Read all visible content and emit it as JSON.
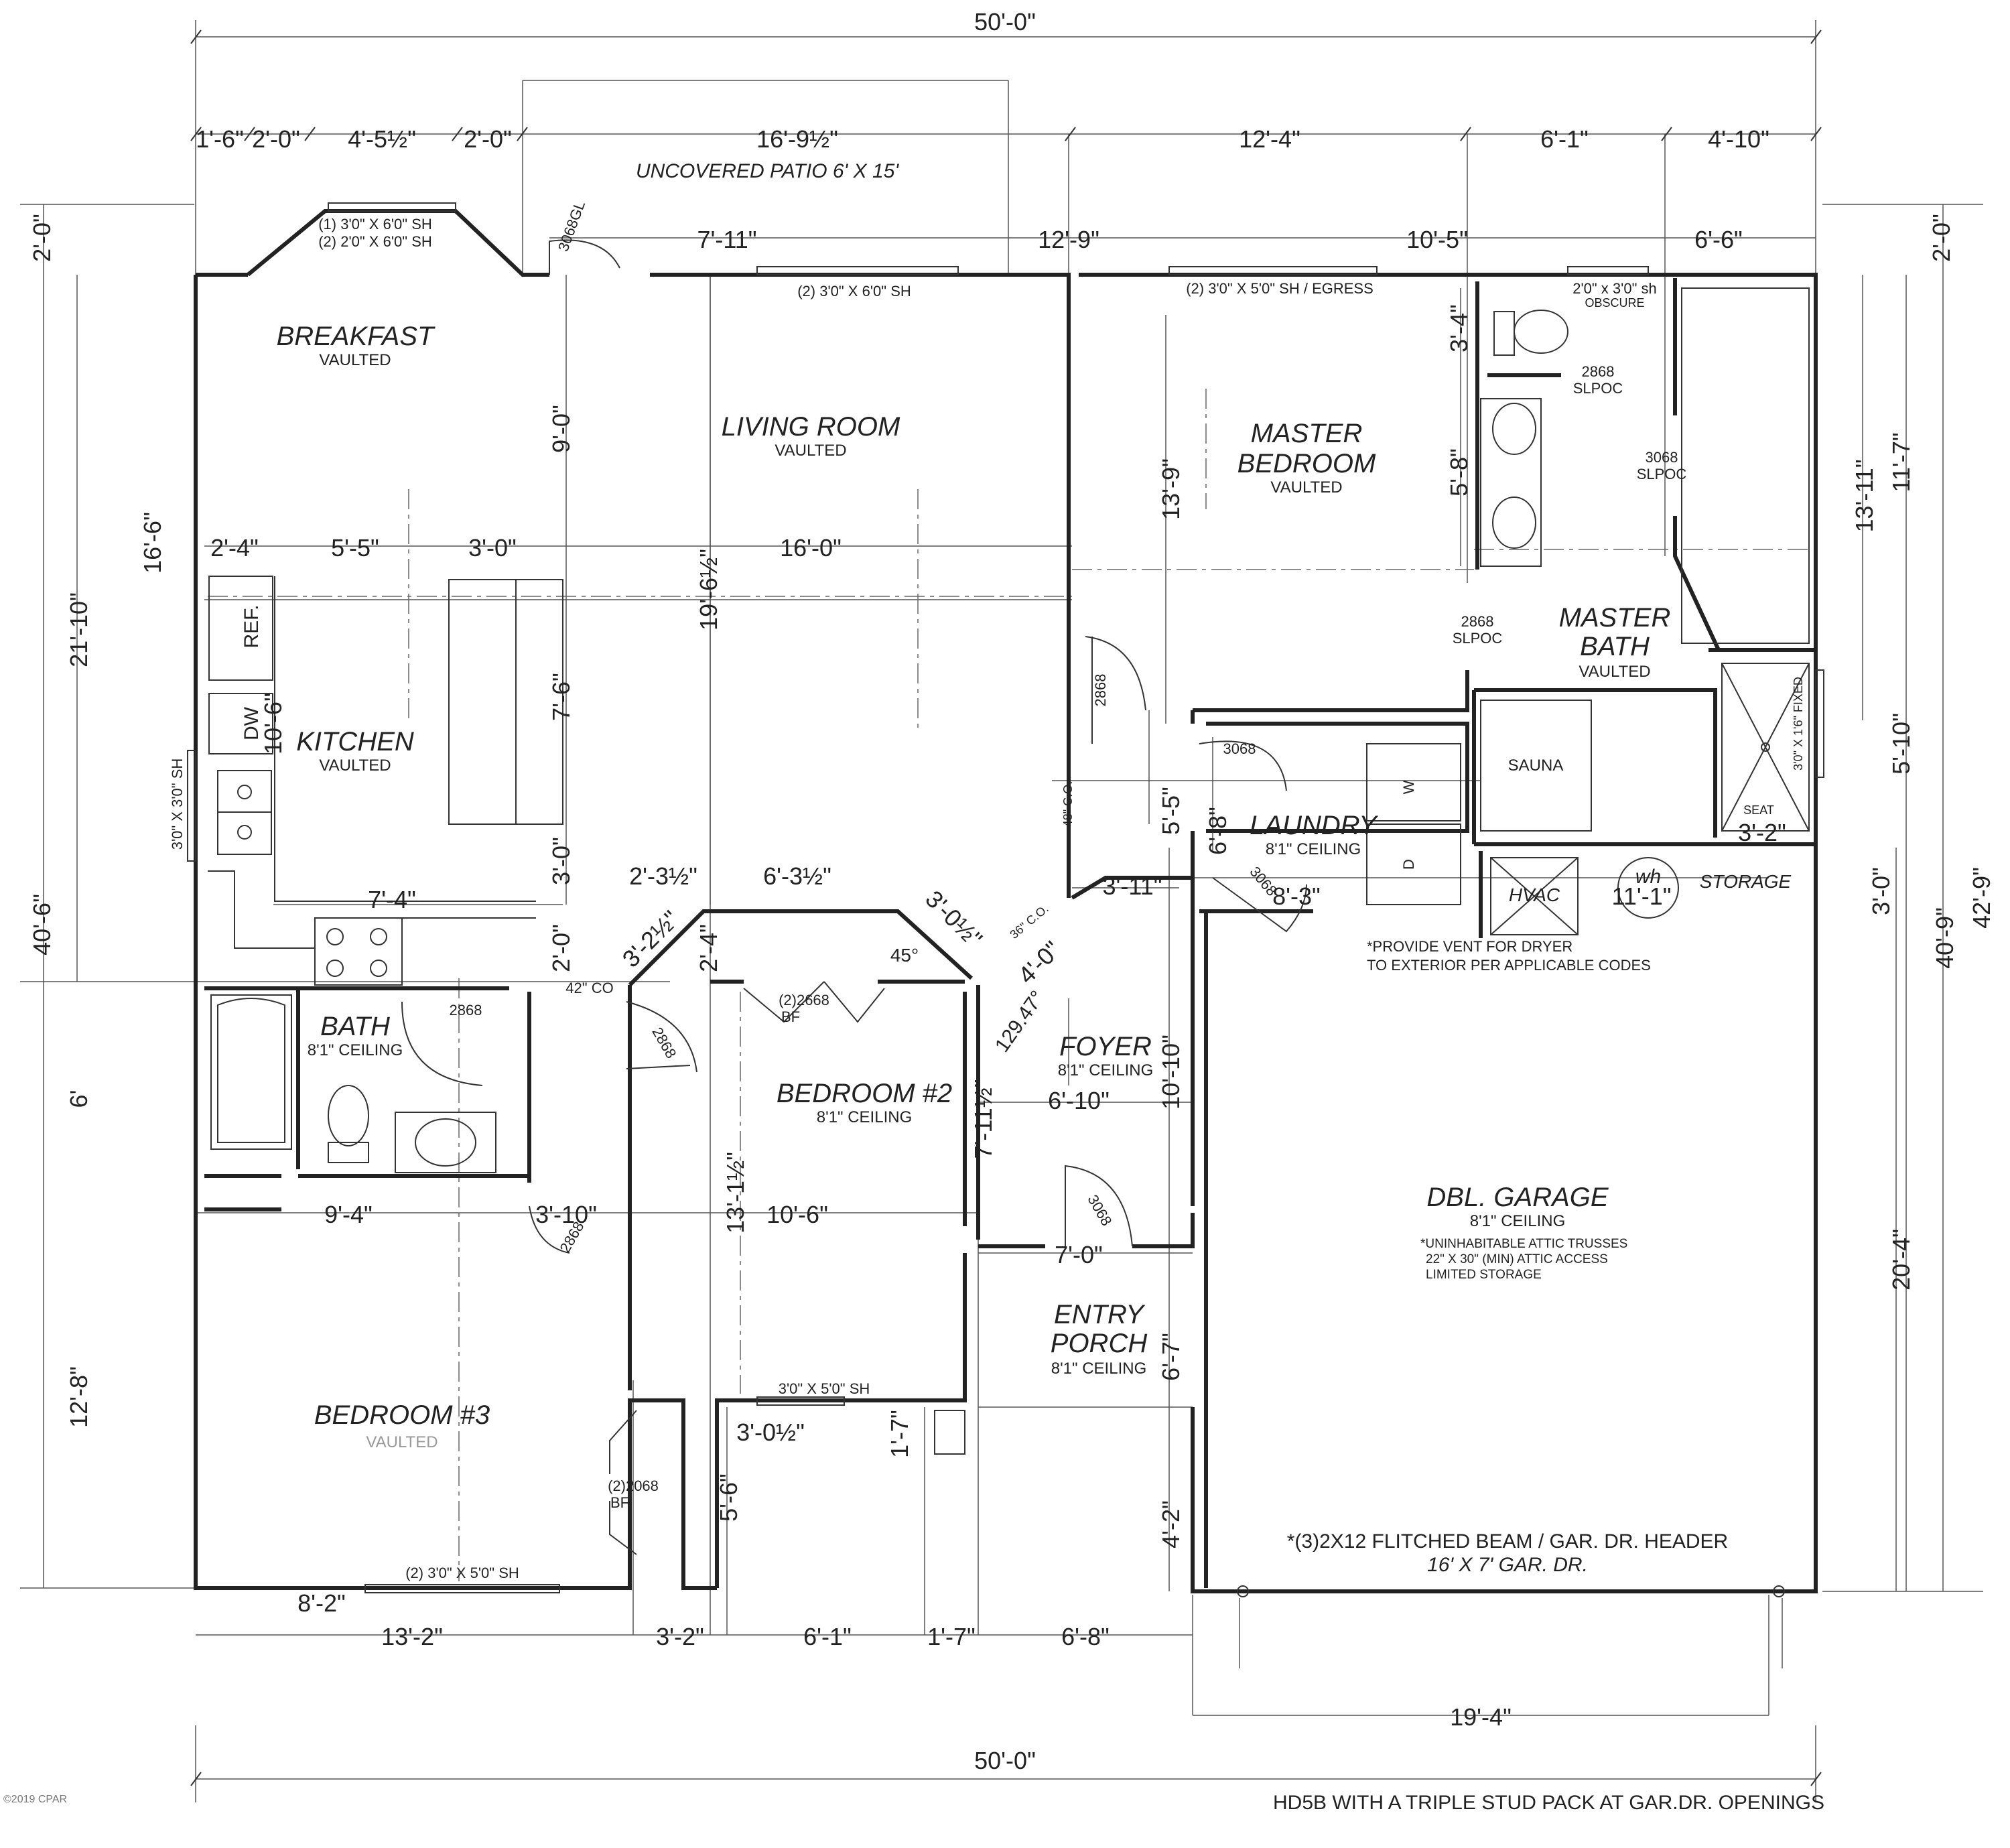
{
  "rooms": {
    "breakfast": {
      "name": "BREAKFAST",
      "sub": "VAULTED"
    },
    "living": {
      "name": "LIVING ROOM",
      "sub": "VAULTED"
    },
    "master_bedroom": {
      "name_line1": "MASTER",
      "name_line2": "BEDROOM",
      "sub": "VAULTED"
    },
    "master_bath": {
      "name_line1": "MASTER",
      "name_line2": "BATH",
      "sub": "VAULTED"
    },
    "kitchen": {
      "name": "KITCHEN",
      "sub": "VAULTED"
    },
    "laundry": {
      "name": "LAUNDRY",
      "sub": "8'1\" CEILING"
    },
    "bath": {
      "name": "BATH",
      "sub": "8'1\" CEILING"
    },
    "bedroom2": {
      "name": "BEDROOM #2",
      "sub": "8'1\" CEILING"
    },
    "foyer": {
      "name": "FOYER",
      "sub": "8'1\" CEILING"
    },
    "garage": {
      "name": "DBL. GARAGE",
      "sub": "8'1\" CEILING"
    },
    "entry_porch": {
      "name_line1": "ENTRY",
      "name_line2": "PORCH",
      "sub": "8'1\" CEILING"
    },
    "bedroom3": {
      "name": "BEDROOM #3",
      "sub": "VAULTED"
    },
    "storage": {
      "name": "STORAGE"
    },
    "sauna": {
      "name": "SAUNA"
    },
    "hvac": {
      "name": "HVAC"
    },
    "patio": {
      "name": "UNCOVERED PATIO 6' X 15'"
    }
  },
  "notes": {
    "window_bay_1": "(1) 3'0\" X 6'0\" SH",
    "window_bay_2": "(2) 2'0\" X 6'0\" SH",
    "window_living": "(2) 3'0\" X 6'0\" SH",
    "window_master": "(2) 3'0\" X 5'0\" SH / EGRESS",
    "window_mbath": "2'0\" x 3'0\" sh",
    "obscure": "OBSCURE",
    "window_kitchen": "3'0\" X 3'0\" SH",
    "window_shower": "3'0\" X 1'6\" FIXED",
    "window_bed2": "3'0\" X 5'0\" SH",
    "window_bed3": "(2) 3'0\" X 5'0\" SH",
    "dryer_1": "*PROVIDE VENT FOR DRYER",
    "dryer_2": "TO EXTERIOR PER APPLICABLE CODES",
    "attic_1": "*UNINHABITABLE ATTIC TRUSSES",
    "attic_2": "22\" X 30\" (MIN) ATTIC ACCESS",
    "attic_3": "LIMITED STORAGE",
    "beam": "*(3)2X12 FLITCHED BEAM / GAR. DR. HEADER",
    "gar_door": "16' X 7' GAR. DR.",
    "footnote": "HD5B WITH A TRIPLE STUD PACK AT GAR.DR. OPENINGS",
    "copyright": "©2019 CPAR",
    "ref": "REF.",
    "dw": "DW",
    "seat": "SEAT",
    "wh": "wh",
    "washer": "W",
    "dryer": "D",
    "co_42": "42\" CO",
    "co_48": "48\" C.O.",
    "co_36": "36\" C.O."
  },
  "doors": {
    "d_3068gl": "3068GL",
    "d_2868_slpoc_a": "2868",
    "slpoc": "SLPOC",
    "d_3068_slpoc": "3068",
    "d_2868_master": "2868",
    "d_3068_laundry": "3068",
    "d_3068_garage": "3068",
    "d_2668": "(2)2668",
    "bf": "BF",
    "d_2868_bath": "2868",
    "d_2868_hall": "2868",
    "d_2868_bed3": "2868",
    "d_3068_foyer": "3068",
    "d_2068": "(2)2068"
  },
  "dims": {
    "top_total": "50'-0\"",
    "bottom_total": "50'-0\"",
    "t1": "1'-6\"",
    "t2": "2'-0\"",
    "t3": "4'-5½\"",
    "t4": "2'-0\"",
    "t5": "16'-9½\"",
    "t6": "12'-4\"",
    "t7": "6'-1\"",
    "t8": "4'-10\"",
    "r2_1": "7'-11\"",
    "r2_2": "12'-9\"",
    "r2_3": "10'-5\"",
    "r2_4": "6'-6\"",
    "left_2": "2'-0\"",
    "left_218": "21'-10\"",
    "left_406": "40'-6\"",
    "left_6": "6'",
    "left_128": "12'-8\"",
    "left_165": "16'-6\"",
    "left_106": "10'-6\"",
    "right_2": "2'-0\"",
    "right_117": "11'-7\"",
    "right_1311": "13'-11\"",
    "right_510": "5'-10\"",
    "right_30": "3'-0\"",
    "right_409": "40'-9\"",
    "right_429": "42'-9\"",
    "right_204": "20'-4\"",
    "k1": "2'-4\"",
    "k2": "5'-5\"",
    "k3": "3'-0\"",
    "k4": "16'-0\"",
    "v90": "9'-0\"",
    "v76": "7'-6\"",
    "v30": "3'-0\"",
    "v20": "2'-0\"",
    "v1961": "19'-6½\"",
    "v139": "13'-9\"",
    "v34": "3'-4\"",
    "v58": "5'-8\"",
    "v55": "5'-5\"",
    "v68": "6'-8\"",
    "k74": "7'-4\"",
    "b2_1": "2'-3½\"",
    "b2_2": "6'-3½\"",
    "b2_3": "3'-2½\"",
    "b2_4": "2'-4\"",
    "b2_5": "3'-0½\"",
    "b2_6": "45°",
    "b2_7": "4'-0\"",
    "b2_8": "129.47°",
    "f1": "3'-11\"",
    "f2": "8'-3\"",
    "f3": "11'-1\"",
    "f4": "3'-2\"",
    "fo1": "6'-10\"",
    "fo2": "10'-10\"",
    "fo3": "7'-11½\"",
    "fo4": "7'-0\"",
    "b1": "9'-4\"",
    "b2": "3'-10\"",
    "b3": "10'-6\"",
    "b4": "13'-1½\"",
    "p1": "3'-0½\"",
    "p2": "1'-7\"",
    "p3": "5'-6\"",
    "p4": "6'-7\"",
    "p5": "4'-2\"",
    "bot1": "8'-2\"",
    "bot2": "13'-2\"",
    "bot3": "3'-2\"",
    "bot4": "6'-1\"",
    "bot5": "1'-7\"",
    "bot6": "6'-8\"",
    "bot7": "19'-4\""
  }
}
